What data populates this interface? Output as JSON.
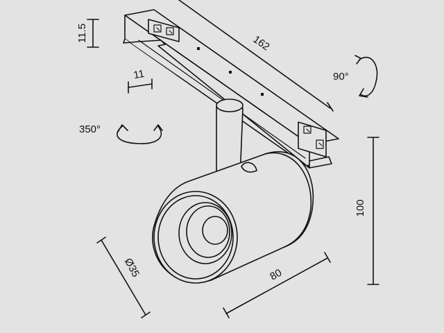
{
  "drawing": {
    "dimensions": {
      "track_length": "162",
      "track_height": "11.5",
      "adapter_width": "11",
      "housing_diameter": "Ø35",
      "housing_length": "80",
      "total_height": "100"
    },
    "rotations": {
      "horizontal": "350°",
      "vertical": "90°"
    }
  }
}
